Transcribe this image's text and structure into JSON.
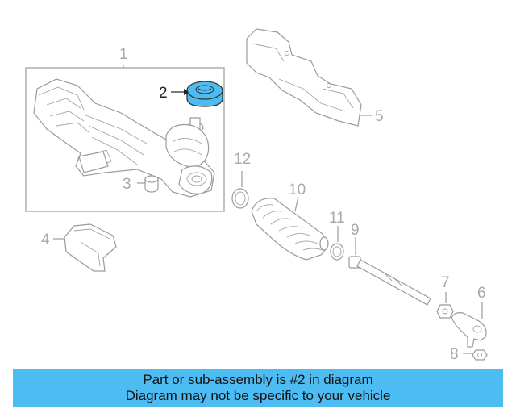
{
  "diagram": {
    "callouts": {
      "c1": "1",
      "c2": "2",
      "c3": "3",
      "c4": "4",
      "c5": "5",
      "c6": "6",
      "c7": "7",
      "c8": "8",
      "c9": "9",
      "c10": "10",
      "c11": "11",
      "c12": "12"
    },
    "highlight_part": "2",
    "colors": {
      "highlight": "#4dbcf3",
      "outline": "#9b9b9b",
      "active_text": "#222222",
      "muted_text": "#a9a9a9",
      "caption_bar": "#4dbcf3"
    }
  },
  "caption": {
    "line1": "Part or sub-assembly is #2 in diagram",
    "line2": "Diagram may not be specific to your vehicle"
  }
}
